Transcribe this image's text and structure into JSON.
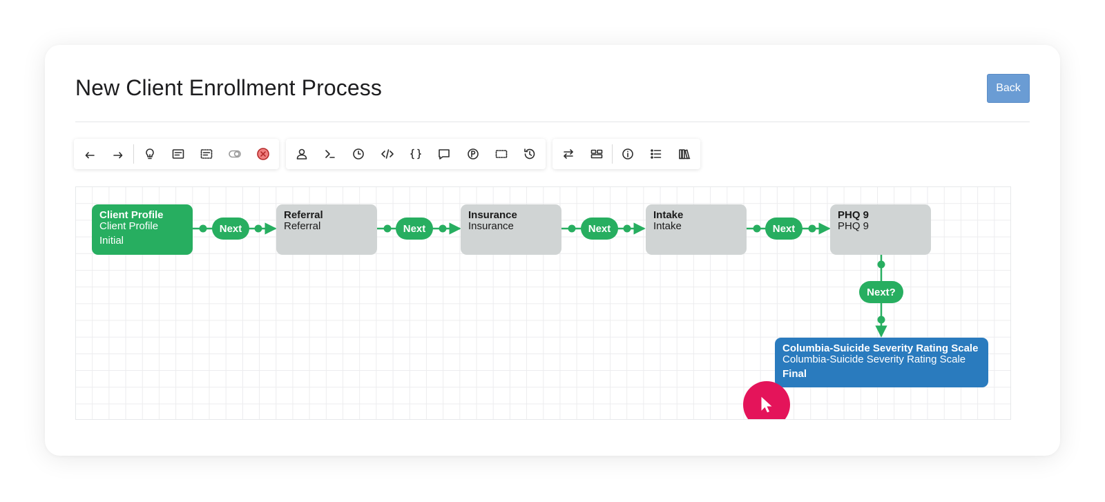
{
  "page": {
    "title": "New Client Enrollment Process",
    "back_label": "Back"
  },
  "toolbar": {
    "group1": [
      {
        "icon": "undo-icon",
        "label": ""
      },
      {
        "icon": "redo-icon",
        "label": ""
      },
      {
        "icon": "lightbulb-icon",
        "label": ""
      },
      {
        "icon": "form-icon",
        "label": ""
      },
      {
        "icon": "dashed-form-icon",
        "label": ""
      },
      {
        "icon": "toggle-icon",
        "label": ""
      },
      {
        "icon": "close-circle-icon",
        "label": ""
      }
    ],
    "group2": [
      {
        "icon": "user-icon"
      },
      {
        "icon": "terminal-icon"
      },
      {
        "icon": "clock-icon"
      },
      {
        "icon": "code-icon"
      },
      {
        "icon": "braces-icon"
      },
      {
        "icon": "comment-icon"
      },
      {
        "icon": "p-circle-icon"
      },
      {
        "icon": "dashed-rect-icon"
      },
      {
        "icon": "history-icon"
      }
    ],
    "group3": [
      {
        "icon": "swap-icon"
      },
      {
        "icon": "layout-icon"
      },
      {
        "icon": "info-icon"
      },
      {
        "icon": "list-icon"
      },
      {
        "icon": "library-icon"
      }
    ]
  },
  "workflow": {
    "nodes": [
      {
        "id": "client-profile",
        "title": "Client Profile",
        "subtitle": "Client Profile",
        "status": "Initial",
        "color": "#27ae60"
      },
      {
        "id": "referral",
        "title": "Referral",
        "subtitle": "Referral",
        "status": "",
        "color": "#d0d4d4"
      },
      {
        "id": "insurance",
        "title": "Insurance",
        "subtitle": "Insurance",
        "status": "",
        "color": "#d0d4d4"
      },
      {
        "id": "intake",
        "title": "Intake",
        "subtitle": "Intake",
        "status": "",
        "color": "#d0d4d4"
      },
      {
        "id": "phq9",
        "title": "PHQ 9",
        "subtitle": "PHQ 9",
        "status": "",
        "color": "#d0d4d4"
      },
      {
        "id": "cssrs",
        "title": "Columbia-Suicide Severity Rating Scale",
        "subtitle": "Columbia-Suicide Severity Rating Scale",
        "status": "Final",
        "color": "#2a7bbe"
      }
    ],
    "transitions": [
      {
        "from": "client-profile",
        "to": "referral",
        "label": "Next"
      },
      {
        "from": "referral",
        "to": "insurance",
        "label": "Next"
      },
      {
        "from": "insurance",
        "to": "intake",
        "label": "Next"
      },
      {
        "from": "intake",
        "to": "phq9",
        "label": "Next"
      },
      {
        "from": "phq9",
        "to": "cssrs",
        "label": "Next?"
      }
    ],
    "edge_color": "#27ae60",
    "cursor_badge_color": "#e4145a"
  }
}
